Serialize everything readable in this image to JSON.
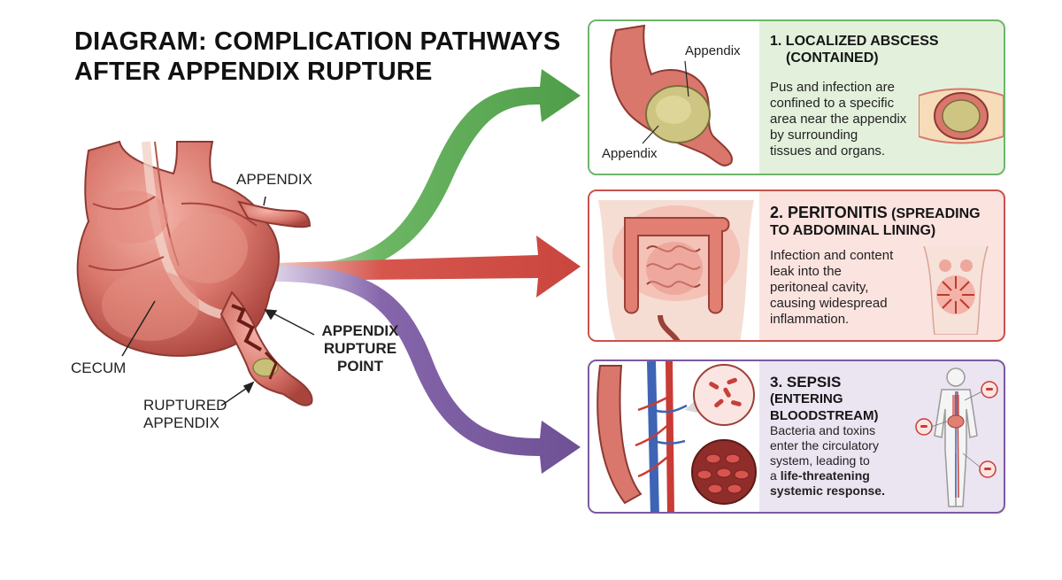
{
  "title": {
    "line1": "DIAGRAM: COMPLICATION PATHWAYS",
    "line2": "AFTER APPENDIX RUPTURE"
  },
  "left_labels": {
    "appendix": "APPENDIX",
    "cecum": "CECUM",
    "ruptured_line1": "RUPTURED",
    "ruptured_line2": "APPENDIX",
    "rupture_point_line1": "APPENDIX",
    "rupture_point_line2": "RUPTURE",
    "rupture_point_line3": "POINT"
  },
  "colors": {
    "green": "#5aaa52",
    "red": "#cf4e45",
    "purple": "#7a5aa0",
    "tissue": "#d9776c"
  },
  "panels": [
    {
      "title_line1": "1. LOCALIZED ABSCESS",
      "title_line2": "(CONTAINED)",
      "body_lines": [
        "Pus and infection are",
        "confined to a specific",
        "area near the appendix",
        "by surrounding",
        "tissues and organs."
      ],
      "art_label_top": "Appendix",
      "art_label_bottom": "Appendix"
    },
    {
      "title_line1_bold": "2. PERITONITIS",
      "title_line1_rest": " (SPREADING",
      "title_line2": "TO ABDOMINAL LINING)",
      "body_lines": [
        "Infection and content",
        "leak into the",
        "peritoneal cavity,",
        "causing widespread",
        "inflammation."
      ]
    },
    {
      "title_line1": "3. SEPSIS",
      "title_line2": "(ENTERING",
      "title_line3": "BLOODSTREAM)",
      "body_lines": [
        "Bacteria and toxins",
        "enter the circulatory",
        "system, leading to"
      ],
      "body_line4_plain": "a ",
      "body_line4_bold": "life-threatening",
      "body_line5_bold": "systemic response."
    }
  ]
}
